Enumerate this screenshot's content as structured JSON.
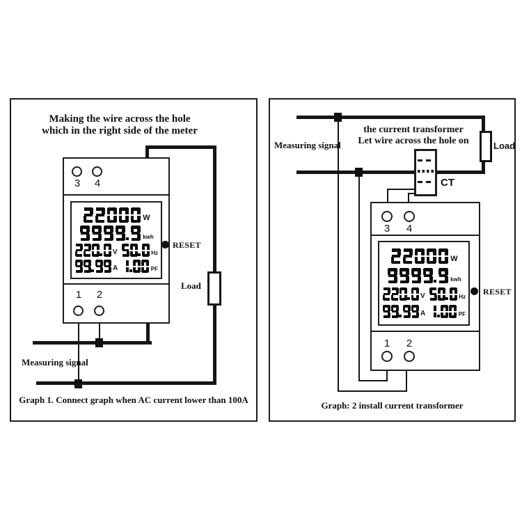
{
  "left_panel": {
    "title": [
      "Making the wire across the hole",
      "which in the right side of the meter"
    ],
    "measuring_signal": "Measuring signal",
    "load_label": "Load",
    "caption": "Graph 1. Connect graph when AC current lower than 100A"
  },
  "right_panel": {
    "title": [
      "the current transformer",
      "Let wire across the hole on"
    ],
    "measuring_signal": "Measuring signal",
    "load_label": "Load",
    "ct_label": "CT",
    "caption": "Graph: 2 install current transformer"
  },
  "meter": {
    "reset_label": "RESET",
    "terminals_top": [
      "3",
      "4"
    ],
    "terminals_bottom": [
      "1",
      "2"
    ],
    "lcd": {
      "power": {
        "value": "22000",
        "unit": "W"
      },
      "energy": {
        "value": "9999.9",
        "unit": "kwh"
      },
      "voltage": {
        "value": "220.0",
        "unit": "V"
      },
      "frequency": {
        "value": "50.0",
        "unit": "Hz"
      },
      "current": {
        "value": "99.99",
        "unit": "A"
      },
      "power_factor": {
        "value": "1.00",
        "unit": "PF"
      }
    }
  },
  "colors": {
    "ink": "#111111",
    "background": "#ffffff"
  }
}
